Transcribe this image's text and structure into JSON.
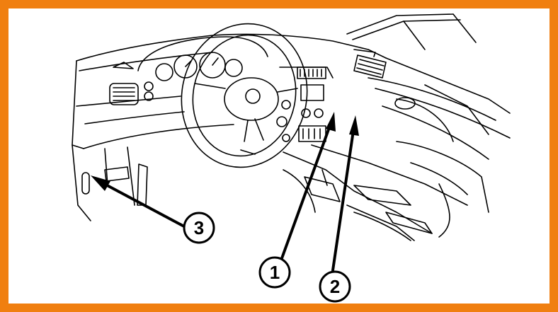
{
  "colors": {
    "border": "#f07f10",
    "background": "#ffffff",
    "ink": "#000000"
  },
  "callouts": [
    {
      "id": "1",
      "label": "1"
    },
    {
      "id": "2",
      "label": "2"
    },
    {
      "id": "3",
      "label": "3"
    }
  ]
}
